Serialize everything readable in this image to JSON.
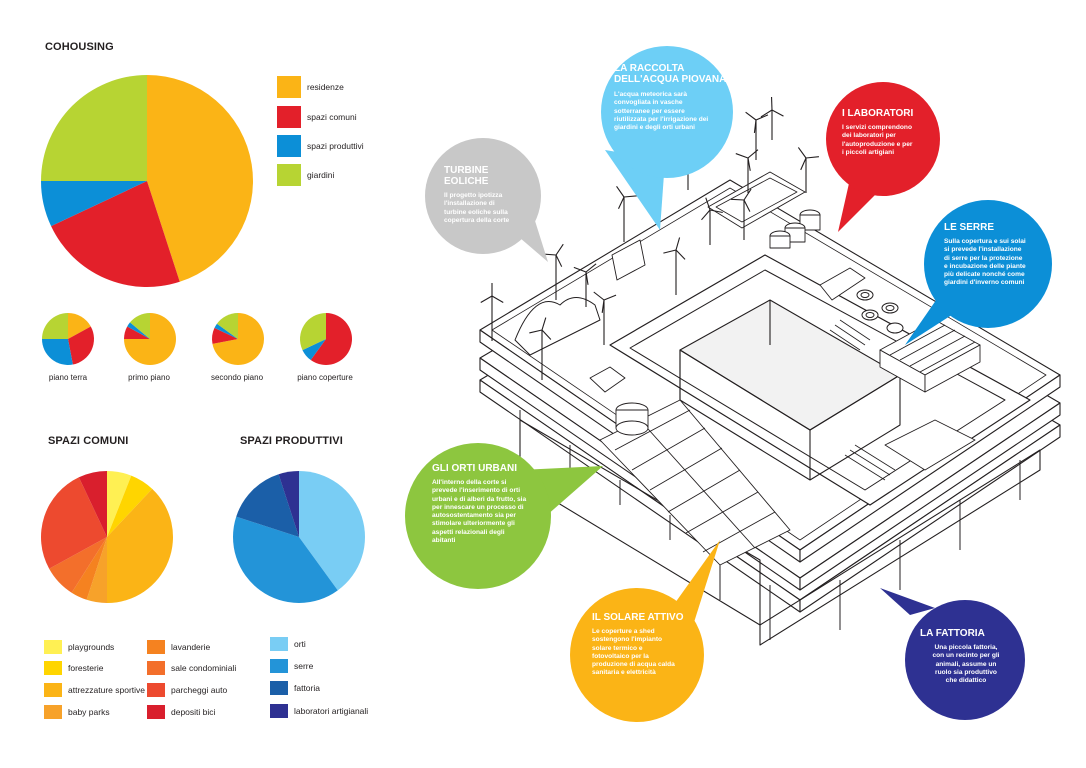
{
  "colors": {
    "residenze": "#fbb416",
    "spazi_comuni": "#e3202a",
    "spazi_produttivi": "#0c8fd7",
    "giardini": "#b7d433",
    "playgrounds": "#fff053",
    "foresterie": "#ffd500",
    "attrezzature_sportive": "#fbb416",
    "baby_parks": "#f7a22a",
    "lavanderie": "#f58220",
    "sale_condominiali": "#f36f2b",
    "parcheggi_auto": "#ed4a2f",
    "depositi_bici": "#d91f2d",
    "orti": "#79cdf4",
    "serre": "#2394d8",
    "fattoria": "#1b5fa8",
    "laboratori": "#2e3192"
  },
  "cohousing": {
    "title": "COHOUSING",
    "legend": [
      {
        "label": "residenze",
        "color": "#fbb416"
      },
      {
        "label": "spazi comuni",
        "color": "#e3202a"
      },
      {
        "label": "spazi produttivi",
        "color": "#0c8fd7"
      },
      {
        "label": "giardini",
        "color": "#b7d433"
      }
    ]
  },
  "floors": {
    "labels": [
      "piano terra",
      "primo piano",
      "secondo piano",
      "piano coperture"
    ]
  },
  "spazi_comuni": {
    "title": "SPAZI COMUNI",
    "legend": [
      {
        "label": "playgrounds",
        "color": "#fff053"
      },
      {
        "label": "foresterie",
        "color": "#ffd500"
      },
      {
        "label": "attrezzature sportive",
        "color": "#fbb416"
      },
      {
        "label": "baby parks",
        "color": "#f7a22a"
      },
      {
        "label": "lavanderie",
        "color": "#f58220"
      },
      {
        "label": "sale condominiali",
        "color": "#f36f2b"
      },
      {
        "label": "parcheggi auto",
        "color": "#ed4a2f"
      },
      {
        "label": "depositi bici",
        "color": "#d91f2d"
      }
    ]
  },
  "spazi_produttivi": {
    "title": "SPAZI PRODUTTIVI",
    "legend": [
      {
        "label": "orti",
        "color": "#79cdf4"
      },
      {
        "label": "serre",
        "color": "#2394d8"
      },
      {
        "label": "fattoria",
        "color": "#1b5fa8"
      },
      {
        "label": "laboratori artigianali",
        "color": "#2e3192"
      }
    ]
  },
  "chart_data": [
    {
      "type": "pie",
      "title": "COHOUSING",
      "categories": [
        "residenze",
        "spazi comuni",
        "spazi produttivi",
        "giardini"
      ],
      "values": [
        45,
        23,
        7,
        25
      ]
    },
    {
      "type": "pie",
      "title": "piano terra",
      "categories": [
        "residenze",
        "spazi comuni",
        "spazi produttivi",
        "giardini"
      ],
      "values": [
        17,
        30,
        28,
        25
      ]
    },
    {
      "type": "pie",
      "title": "primo piano",
      "categories": [
        "residenze",
        "spazi comuni",
        "spazi produttivi",
        "giardini"
      ],
      "values": [
        75,
        8,
        3,
        14
      ]
    },
    {
      "type": "pie",
      "title": "secondo piano",
      "categories": [
        "residenze",
        "spazi comuni",
        "spazi produttivi",
        "giardini"
      ],
      "values": [
        72,
        10,
        3,
        15
      ]
    },
    {
      "type": "pie",
      "title": "piano coperture",
      "categories": [
        "residenze",
        "spazi comuni",
        "spazi produttivi",
        "giardini"
      ],
      "values": [
        0,
        60,
        8,
        32
      ]
    },
    {
      "type": "pie",
      "title": "SPAZI COMUNI",
      "categories": [
        "playgrounds",
        "foresterie",
        "attrezzature sportive",
        "baby parks",
        "lavanderie",
        "sale condominiali",
        "parcheggi auto",
        "depositi bici"
      ],
      "values": [
        6,
        6,
        38,
        5,
        4,
        8,
        26,
        7
      ]
    },
    {
      "type": "pie",
      "title": "SPAZI PRODUTTIVI",
      "categories": [
        "orti",
        "serre",
        "fattoria",
        "laboratori artigianali"
      ],
      "values": [
        40,
        40,
        15,
        5
      ]
    }
  ],
  "callouts": [
    {
      "title": "LA RACCOLTA\nDELL'ACQUA PIOVANA",
      "text": "L'acqua meteorica  sarà\nconvogliata in vasche\nsotterranee per essere\nriutilizzata per l'irrigazione dei\ngiardini e degli orti urbani",
      "color": "#6dcff6"
    },
    {
      "title": "I LABORATORI",
      "text": "I servizi comprendono\ndei laboratori per\nl'autoproduzione e per\ni piccoli artigiani",
      "color": "#e3202a"
    },
    {
      "title": "TURBINE\nEOLICHE",
      "text": "Il progetto ipotizza\nl'installazione di\nturbine eoliche sulla\ncopertura della corte",
      "color": "#c8c8c8"
    },
    {
      "title": "LE SERRE",
      "text": "Sulla copertura e sui solai\nsi prevede l'installazione\ndi  serre per la protezione\ne incubazione delle piante\npiù delicate nonché come\ngiardini d'inverno comuni",
      "color": "#0c8fd7"
    },
    {
      "title": "GLI ORTI URBANI",
      "text": "All'interno della corte si\nprevede  l'inserimento di orti\nurbani e di alberi da frutto, sia\nper innescare un processo di\nautosostentamento sia per\nstimolare ulteriormente gli\naspetti relazionali degli\nabitanti",
      "color": "#8dc63f"
    },
    {
      "title": "IL SOLARE ATTIVO",
      "text": "Le coperture a shed\nsostengono l'impianto\nsolare termico e\nfotovoltaico per la\nproduzione di acqua calda\nsanitaria e elettricità",
      "color": "#fbb416"
    },
    {
      "title": "LA FATTORIA",
      "text": "Una piccola fattoria,\ncon un recinto per gli\nanimali, assume un\nruolo sia produttivo\nche didattico",
      "color": "#2e3192"
    }
  ]
}
